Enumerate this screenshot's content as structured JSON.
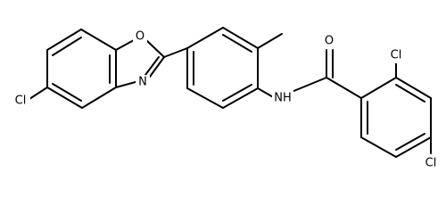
{
  "structure": {
    "atom_labels": {
      "cl_left": "Cl",
      "o_oxazole": "O",
      "n_oxazole": "N",
      "o_carbonyl": "O",
      "nh": "NH",
      "cl_ortho": "Cl",
      "cl_para": "Cl"
    }
  },
  "colors": {
    "bond": "#000000",
    "label": "#000000",
    "background": "#ffffff"
  }
}
